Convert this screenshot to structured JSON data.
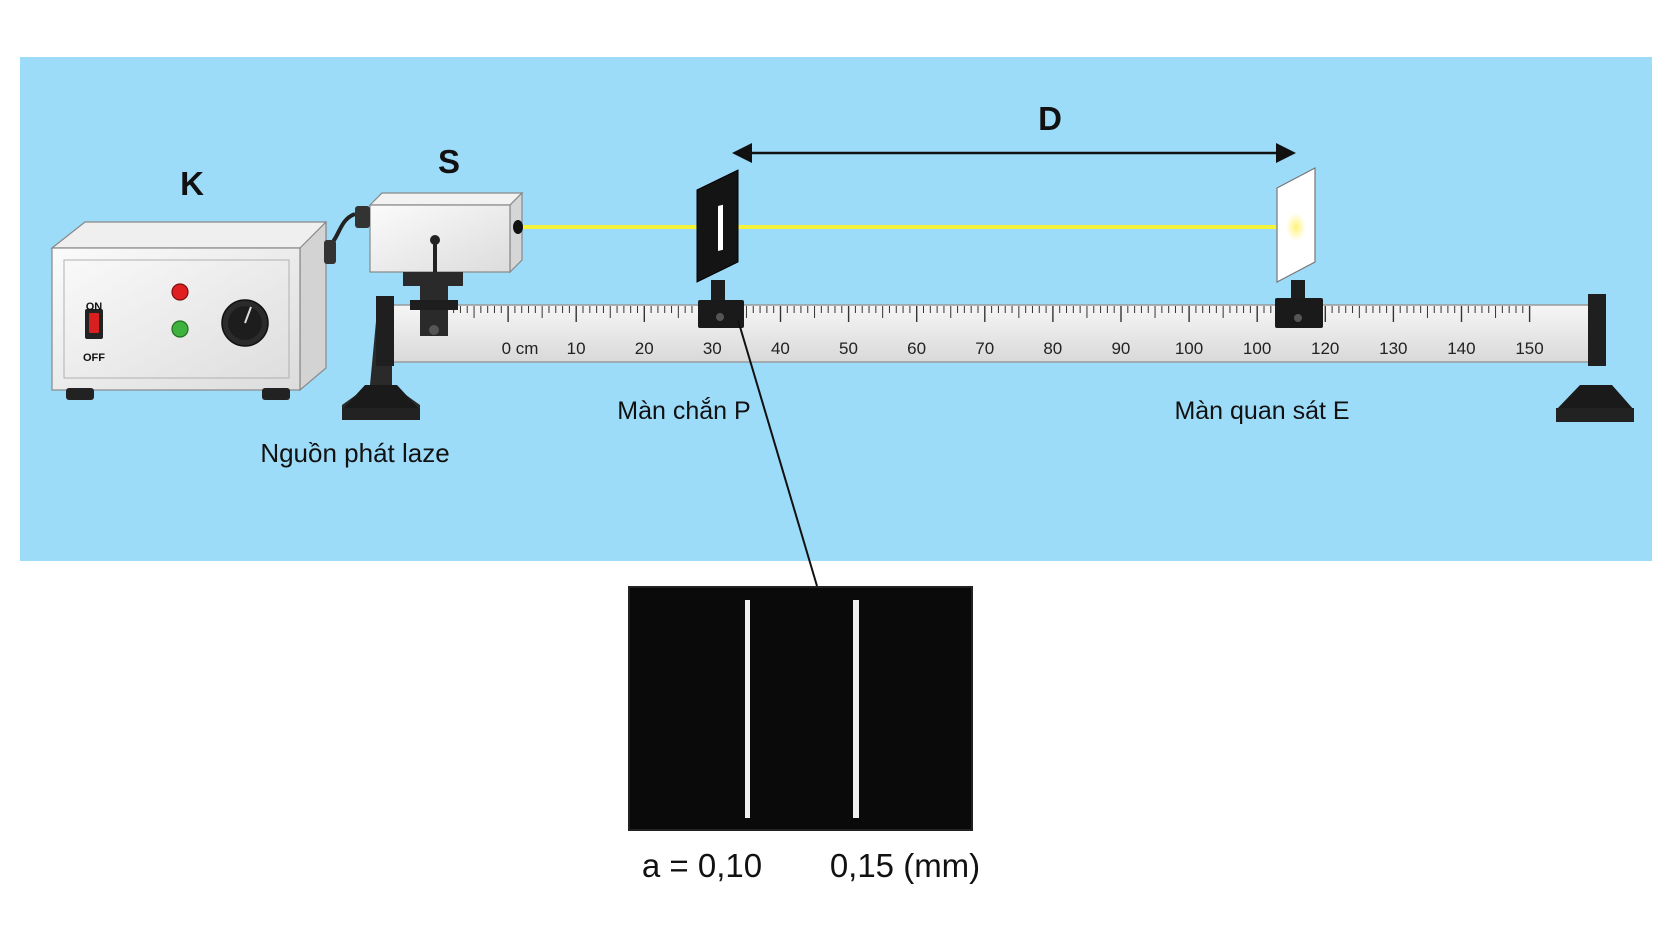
{
  "colors": {
    "background_panel": "#9ddcf9",
    "laser_beam": "#f4f23a",
    "slit_card": "#111111",
    "led_red": "#e02020",
    "led_green": "#3fb13f"
  },
  "labels": {
    "power_supply": "K",
    "laser_source": "S",
    "distance": "D",
    "laser_source_caption": "Nguồn phát laze",
    "slit_screen": "Màn chắn P",
    "observation_screen": "Màn quan sát E",
    "switch_on": "ON",
    "switch_off": "OFF",
    "slit_widths_a": "a = 0,10",
    "slit_widths_b": "0,15 (mm)"
  },
  "ruler": {
    "unit_first_label": "0 cm",
    "tick_labels": [
      "10",
      "20",
      "30",
      "40",
      "50",
      "60",
      "70",
      "80",
      "90",
      "100",
      "100",
      "120",
      "130",
      "140",
      "150"
    ]
  },
  "icons": [
    "power-supply-icon",
    "laser-source-icon",
    "slit-screen-icon",
    "observation-screen-icon",
    "optical-bench-icon",
    "double-headed-arrow-icon",
    "knob-icon"
  ]
}
